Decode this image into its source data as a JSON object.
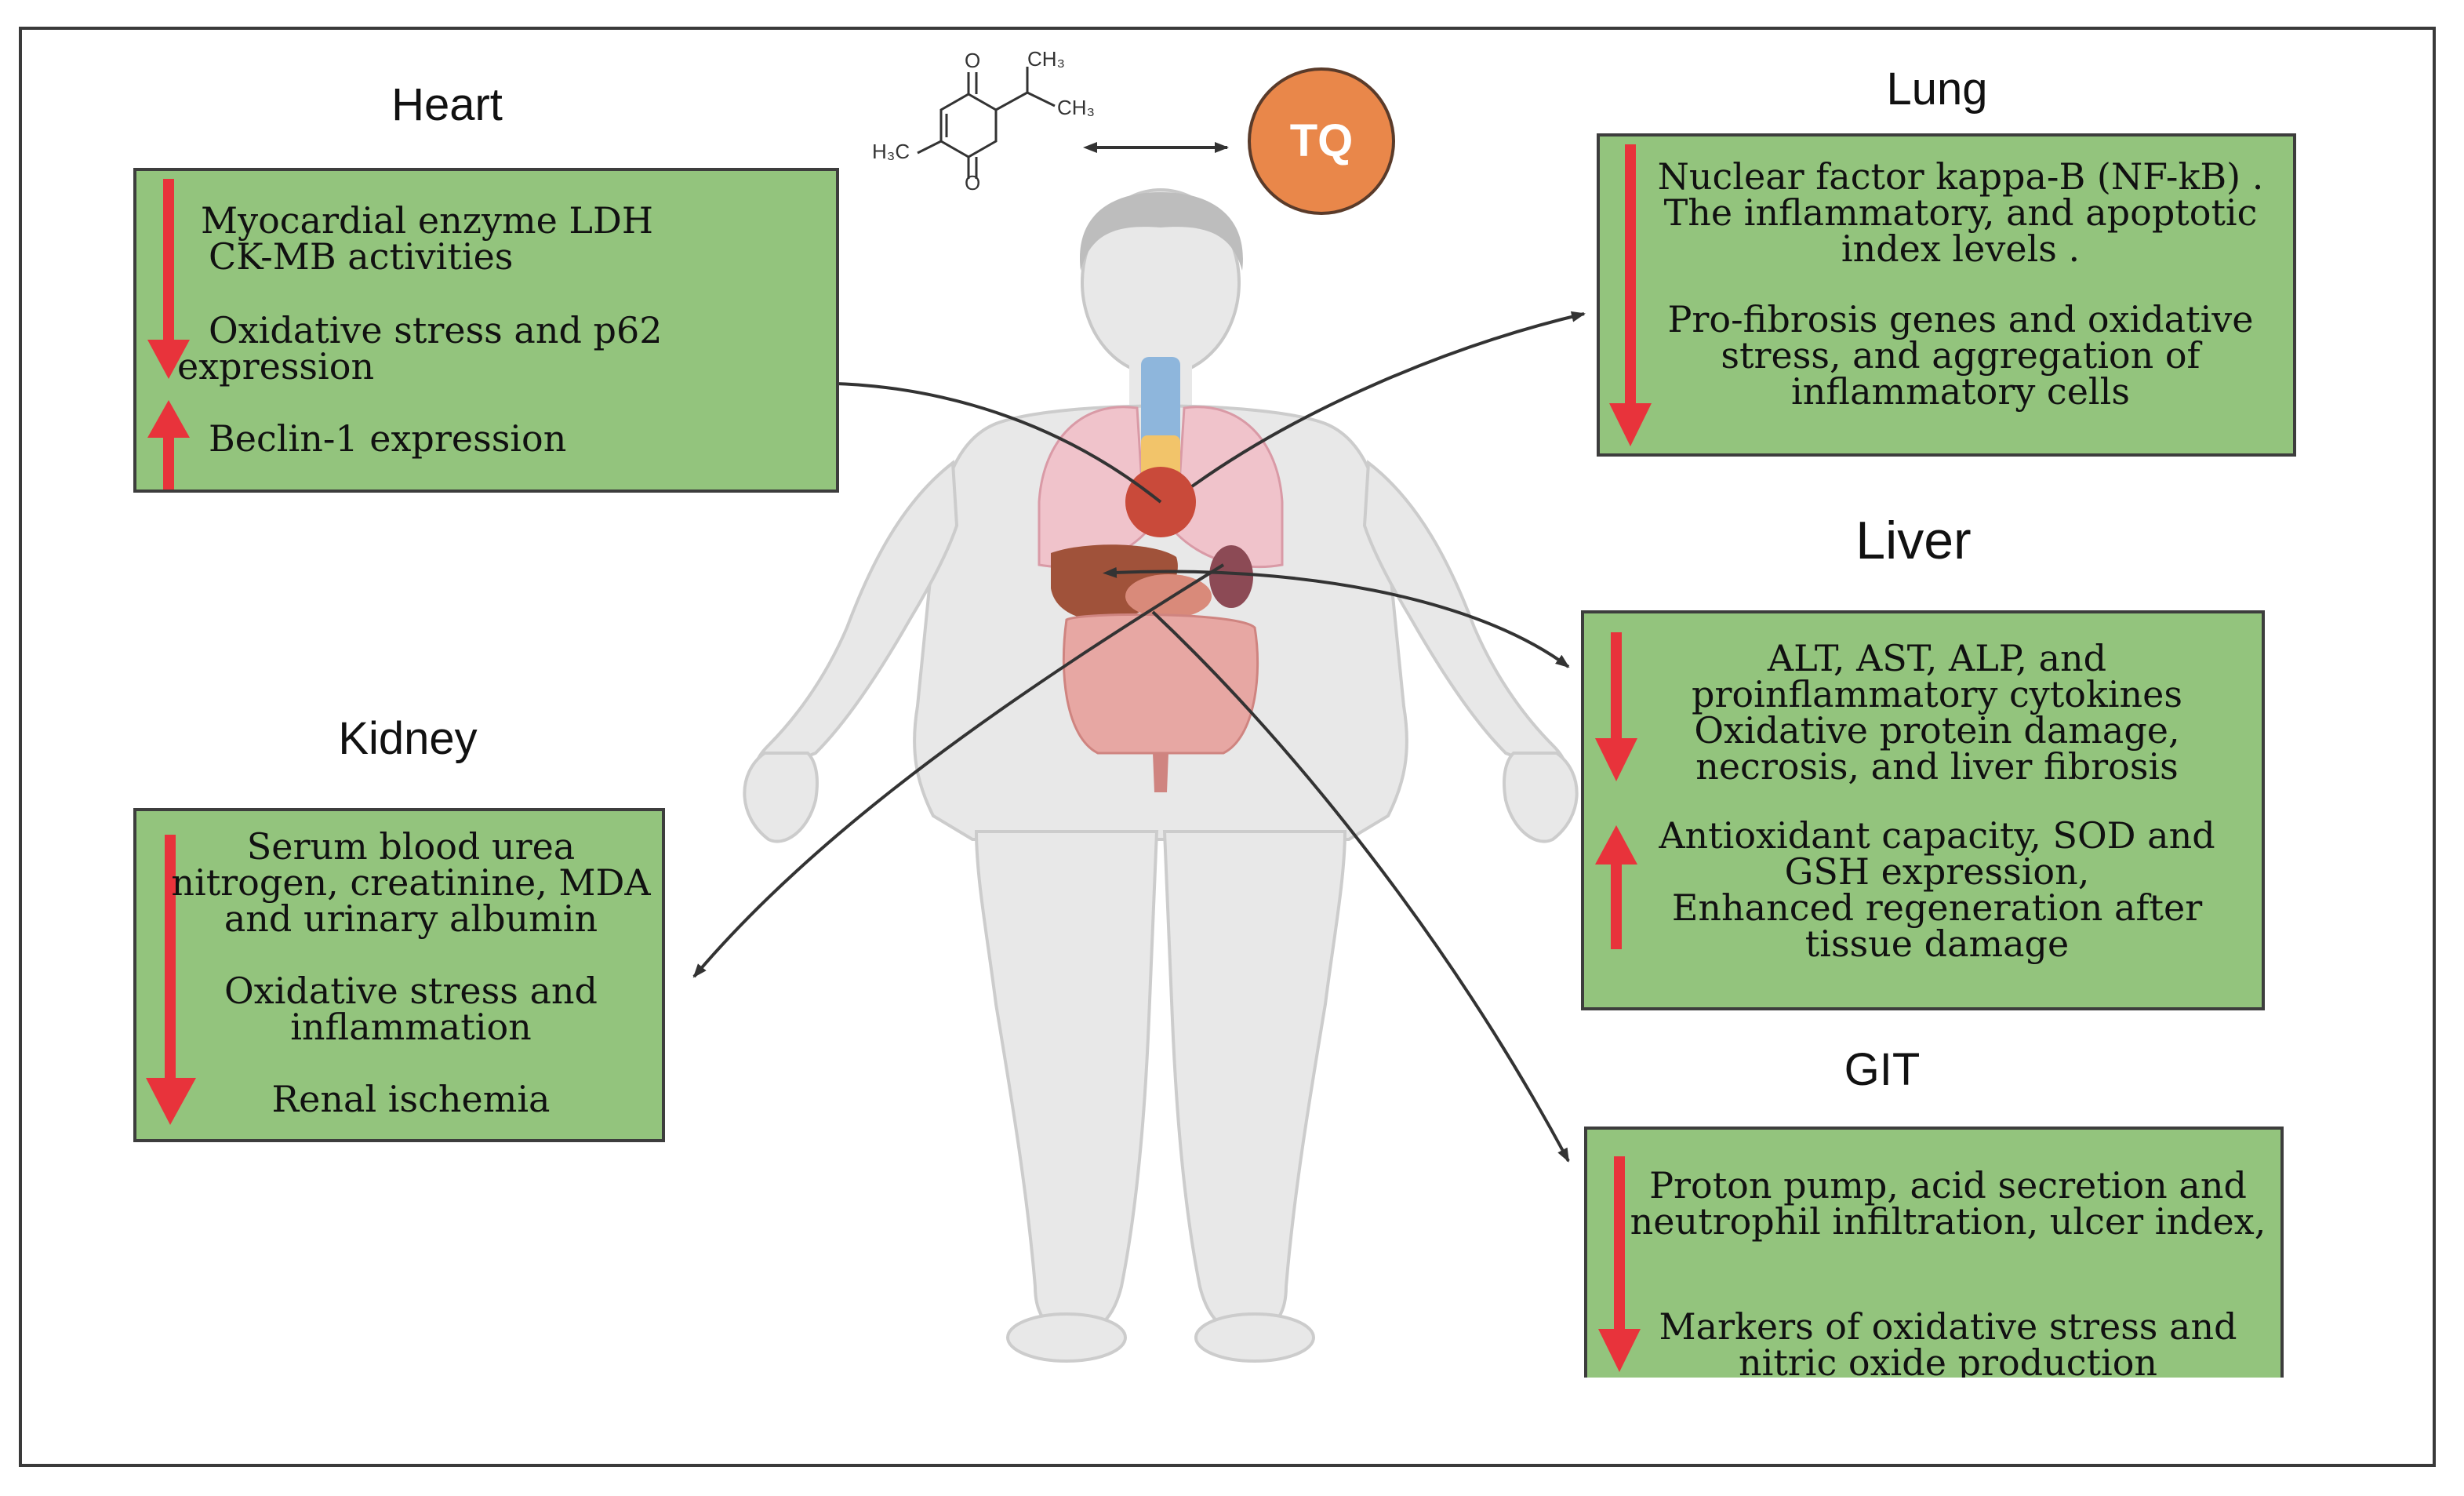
{
  "drug": {
    "label": "TQ",
    "structure": {
      "methyl_left": "H₃C",
      "methyl_top": "CH₃",
      "methyl_right": "CH₃",
      "oxygen_top": "O",
      "oxygen_bottom": "O"
    }
  },
  "organs": {
    "heart": {
      "title": "Heart",
      "lines": [
        "Myocardial enzyme  LDH",
        "CK-MB  activities",
        "Oxidative stress and  p62",
        "expression",
        "Beclin-1  expression"
      ]
    },
    "lung": {
      "title": "Lung",
      "lines": [
        "Nuclear factor kappa-B (NF-kB) .",
        "The inflammatory, and apoptotic",
        "index levels .",
        "Pro-fibrosis genes and oxidative",
        "stress, and aggregation of",
        "inflammatory cells"
      ]
    },
    "liver": {
      "title": "Liver",
      "lines": [
        "ALT, AST, ALP, and",
        "proinflammatory cytokines",
        "Oxidative protein damage,",
        "necrosis, and liver fibrosis",
        "Antioxidant capacity, SOD and",
        "GSH  expression,",
        "Enhanced regeneration after",
        "tissue damage"
      ]
    },
    "kidney": {
      "title": "Kidney",
      "lines": [
        "Serum blood urea",
        "nitrogen, creatinine, MDA",
        "and urinary albumin",
        "Oxidative stress and",
        "inflammation",
        "Renal ischemia"
      ]
    },
    "git": {
      "title": "GIT",
      "lines": [
        "Proton pump, acid secretion and",
        "neutrophil infiltration,  ulcer index,",
        "Markers of oxidative stress and",
        "nitric oxide production"
      ]
    }
  },
  "colors": {
    "box_fill": "#93c47d",
    "decrease_arrow": "#e8333b",
    "increase_arrow": "#e8333b",
    "tq_circle": "#e9874a",
    "body": "#e6e6e6"
  },
  "indicators": {
    "heart": [
      "decrease",
      "increase"
    ],
    "lung": [
      "decrease"
    ],
    "liver": [
      "decrease",
      "increase"
    ],
    "kidney": [
      "decrease"
    ],
    "git": [
      "decrease"
    ]
  }
}
